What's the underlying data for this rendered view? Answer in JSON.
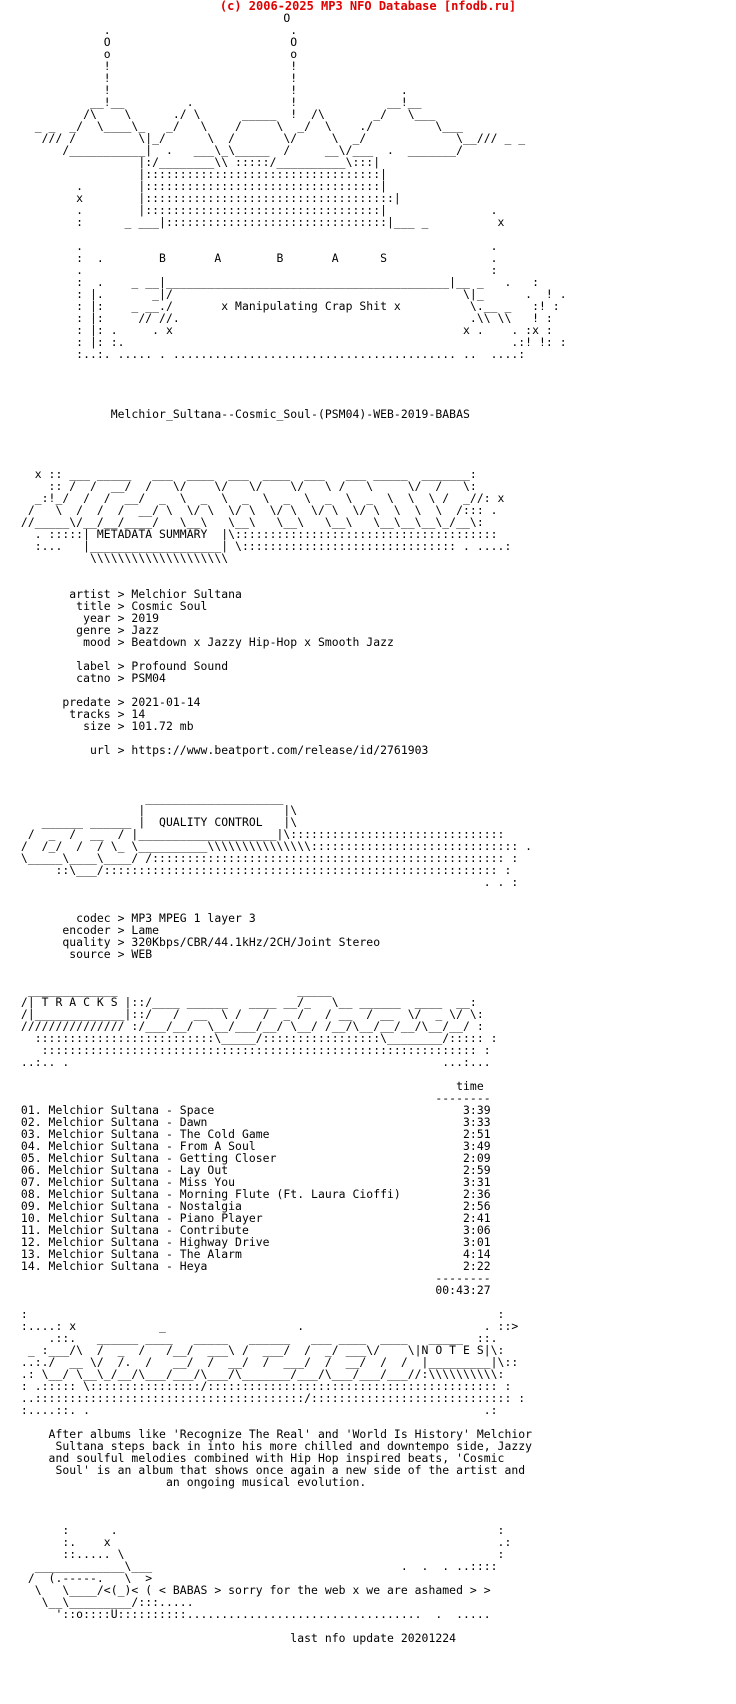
{
  "header": {
    "copyright": "(c) 2006-2025 MP3 NFO Database [nfodb.ru]"
  },
  "nfo": {
    "lines": [
      "                                       O",
      "             .                          .",
      "             O                          O",
      "             o                          o",
      "             !                          !",
      "             !                          !",
      "             !                          !               .",
      "           __!__         .              !             __!__",
      "          /\\    \\      ./ \\      _____  !  /\\       _/   \\___",
      "   _ _  _/  \\____\\_   _/   \\    /     \\  _/  \\    ./         \\___",
      "    /// /         \\|_/      \\  /       \\/     \\  _/             \\__/// _ _",
      "       /___________|  .   ___\\_\\_____  /     __\\/___  .  _______/",
      "                  |:/________\\\\ :::::/__________\\:::|",
      "                  |::::::::::::::::::::::::::::::::::|",
      "         .        |::::::::::::::::::::::::::::::::::|",
      "         x        |::::::::::::::::::::::::::::::::::::|",
      "         .        |::::::::::::::::::::::::::::::::::|               .",
      "         :      _ ___|::::::::::::::::::::::::::::::::|___ _          x",
      "",
      "         .                                                           .",
      "         :  .        B       A        B       A      S               .",
      "         .                                                           :",
      "         :  .    _ __|_________________________________________|__ _   .   :",
      "         : |.       _|/                                          \\|_      .  ! .",
      "         : |:    _ __./       x Manipulating Crap Shit x          \\.__ _   :! :",
      "         : |:     // //.                                          .\\\\ \\\\   ! :",
      "         : |: .     . x                                          x .    . :x :",
      "         : |: :.                                                        .:! !: :",
      "         :..:. ..... . ......................................... ..  ....:",
      "",
      "",
      "",
      "",
      "              Melchior_Sultana--Cosmic_Soul-(PSM04)-WEB-2019-BABAS",
      "",
      "",
      "",
      "",
      "   x :: ___ _____   ___  ____  ___  ____  ___   ___ _____  _______:",
      "     :: /  /  __/  /   \\/    \\/   \\/    \\/   \\ /   \\     \\/  /   \\:",
      "   _:!_/  /  /  __/  _  \\  _  \\  _  \\  _  \\  _  \\  _  \\  \\  \\ /  _//: x",
      "  /   \\  /  /  /  __/ \\  \\/ \\  \\/ \\  \\/ \\  \\/ \\  \\/ \\  \\  \\  \\  /::: .",
      " //_____\\/__/__/____/   \\__\\   \\__\\   \\__\\   \\__\\   \\__\\__\\__\\_/__\\:",
      "   . :::::| METADATA SUMMARY  |\\::::::::::::::::::::::::::::::::::::::",
      "   :...   |___________________| \\::::::::::::::::::::::::::::::: . ....:",
      "           \\\\\\\\\\\\\\\\\\\\\\\\\\\\\\\\\\\\\\\\",
      "",
      "",
      "        artist > Melchior Sultana",
      "         title > Cosmic Soul",
      "          year > 2019",
      "         genre > Jazz",
      "          mood > Beatdown x Jazzy Hip-Hop x Smooth Jazz",
      "",
      "         label > Profound Sound",
      "         catno > PSM04",
      "",
      "       predate > 2021-01-14",
      "        tracks > 14",
      "          size > 101.72 mb",
      "",
      "           url > https://www.beatport.com/release/id/2761903",
      "",
      "",
      "",
      "                   ____________________",
      "                  |                    |\\",
      "    ______ ______ |  QUALITY CONTROL   |\\",
      "  /  _  /  __  / |____________________|\\:::::::::::::::::::::::::::::::",
      " /  /_/  /  / \\_ \\__________\\\\\\\\\\\\\\\\\\\\\\\\\\\\\\:::::::::::::::::::::::::::::: .",
      " \\_____\\____\\____/ /::::::::::::::::::::::::::::::::::::::::::::::::::: :",
      "      ::\\___/::::::::::::::::::::::::::::::::::::::::::::::::::::::::: :",
      "                                                                    . . :",
      "",
      "",
      "         codec > MP3 MPEG 1 layer 3",
      "       encoder > Lame",
      "       quality > 320Kbps/CBR/44.1kHz/2CH/Joint Stereo",
      "        source > WEB",
      "",
      "",
      "  _____________                          _____",
      " /| T R A C K S |::/____ ______   ____ __/_   \\__ ______  ____  __:",
      " /|_____________|::/   /  __  \\ /   /  _ /   / __  / __  \\/  _ \\/ \\:",
      " /////////////// :/___/__/  \\__/___/__/ \\__/ /__/\\__/__/__/\\__/__/ :",
      "   ::::::::::::::::::::::::::\\_____/:::::::::::::::::\\________/::::: :",
      "    ::::::::::::::::::::::::::::::::::::::::::::::::::::::::::::::: :",
      " ..:.. .                                                      ...:...",
      "",
      "                                                                time",
      "                                                             --------",
      " 01. Melchior Sultana - Space                                    3:39",
      " 02. Melchior Sultana - Dawn                                     3:33",
      " 03. Melchior Sultana - The Cold Game                            2:51",
      " 04. Melchior Sultana - From A Soul                              3:49",
      " 05. Melchior Sultana - Getting Closer                           2:09",
      " 06. Melchior Sultana - Lay Out                                  2:59",
      " 07. Melchior Sultana - Miss You                                 3:31",
      " 08. Melchior Sultana - Morning Flute (Ft. Laura Cioffi)         2:36",
      " 09. Melchior Sultana - Nostalgia                                2:56",
      " 10. Melchior Sultana - Piano Player                             2:41",
      " 11. Melchior Sultana - Contribute                               3:06",
      " 12. Melchior Sultana - Highway Drive                            3:01",
      " 13. Melchior Sultana - The Alarm                                4:14",
      " 14. Melchior Sultana - Heya                                     2:22",
      "                                                             --------",
      "                                                             00:43:27",
      "",
      " :                                                                    :",
      " :....: x            _                   .                          . ::>",
      "     .::.   ______ ____   _____   ______   ___ ____  ____   _____  ::.",
      "  _ :___/\\  /  _  /   /__/  ___\\ /  ___/  /  _/ ___\\/    \\|N O T E S|\\:",
      " ..:./  __ \\/  /.  /   __/  /  __/  /  ___/  /  __/  /  /  |_________|\\::",
      " .: \\__/ \\__\\_/__/\\___/___/\\___/\\_______/___/\\___/___/___//:\\\\\\\\\\\\\\\\\\\\:",
      " : .::::: \\::::::::::::::::/:::::::::::::::::::::::::::::::::::::::::: :",
      " ..:::::::::::::::::::::::::::::::::::::::/::::::::::::::::::::::::::::: :",
      " :....::. .                                                         .:",
      "",
      "     After albums like 'Recognize The Real' and 'World Is History' Melchior",
      "      Sultana steps back in into his more chilled and downtempo side, Jazzy",
      "     and soulful melodies combined with Hip Hop inspired beats, 'Cosmic",
      "      Soul' is an album that shows once again a new side of the artist and",
      "                      an ongoing musical evolution.",
      "",
      "",
      "",
      "       :      .                                                       :",
      "       :.    x                                                        .:",
      "       ::..... \\                                                      :",
      "   _____________\\___                                    .  .  . ..::::",
      "  /  (.-----.   \\  >",
      "   \\   \\____/<(_)< ( < BABAS > sorry for the web x we are ashamed > >",
      "    \\__\\_________/:::.....",
      "      '::o::::U::::::::::..................................  .  .....",
      "",
      "                                        last nfo update 20201224"
    ]
  }
}
